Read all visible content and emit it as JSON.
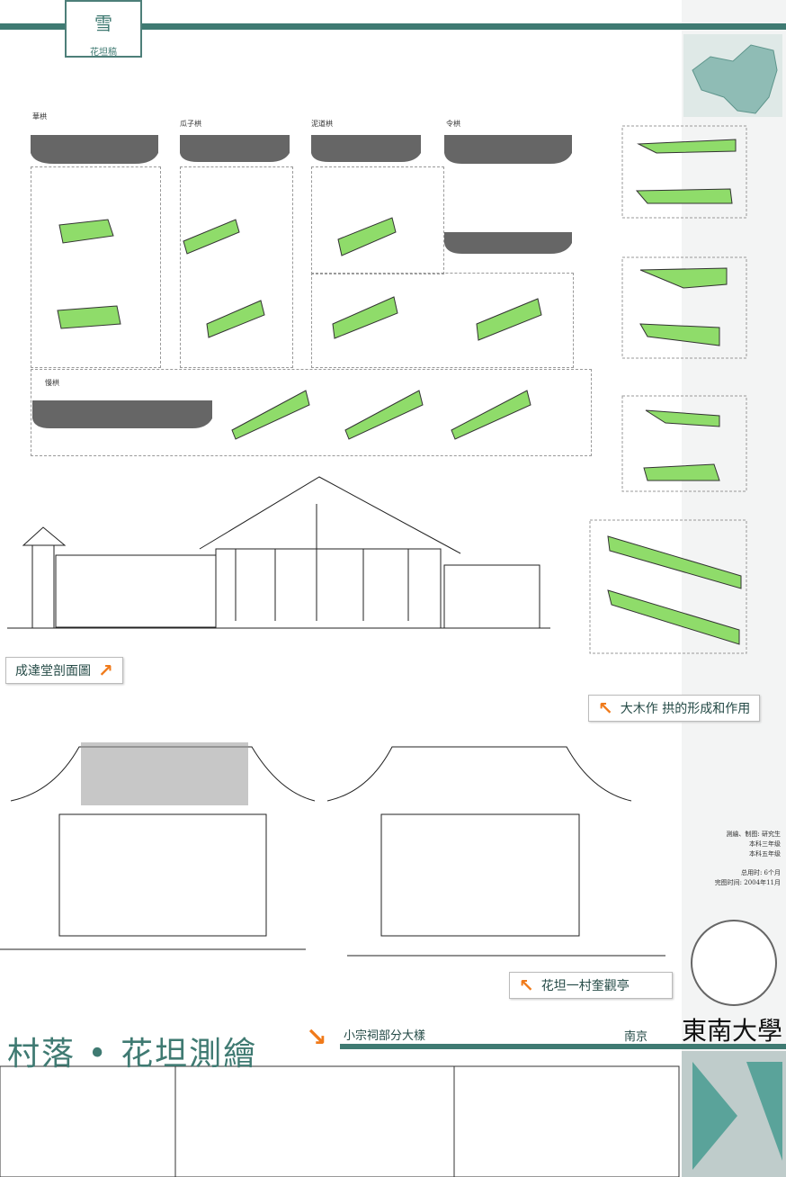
{
  "header": {
    "seal_top": "雪",
    "seal_bottom": "花坦稿"
  },
  "bracket_labels": [
    "華栱",
    "瓜子栱",
    "泥道栱",
    "令栱",
    "慢栱"
  ],
  "captions": {
    "section": "成達堂剖面圖",
    "bracket": "大木作 拱的形成和作用",
    "pavilion": "花坦一村奎觀亭",
    "detail": "小宗祠部分大樣"
  },
  "info": {
    "line1": "測繪、制图: 研究生",
    "line2": "本科三年级",
    "line3": "本科五年级",
    "line4": "总用时: 6个月",
    "line5": "完图时间: 2004年11月"
  },
  "footer": {
    "title": "村落 • 花坦測繪",
    "city": "南京",
    "university": "東南大學"
  },
  "colors": {
    "accent": "#3f7a72",
    "arrow": "#f07a1a",
    "highlight": "#8fdc6a"
  }
}
